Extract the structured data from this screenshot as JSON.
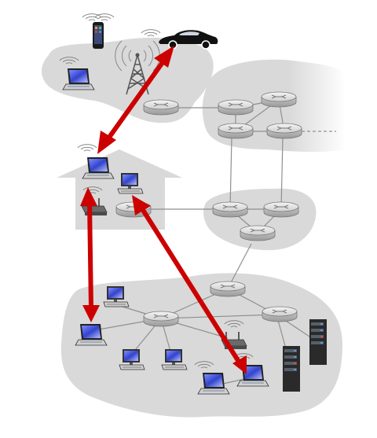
{
  "diagram": {
    "regions": [
      "mobile-network",
      "isp-network",
      "home-network",
      "regional-network",
      "enterprise-network"
    ],
    "routers": [
      "mobile-router",
      "isp-router-1",
      "isp-router-2",
      "isp-router-3",
      "isp-router-4",
      "home-router",
      "regional-router-1",
      "regional-router-2",
      "regional-router-3",
      "enterprise-router-1",
      "enterprise-router-2",
      "enterprise-switch"
    ],
    "hosts": [
      "smartphone",
      "car",
      "mobile-laptop",
      "cell-tower",
      "home-laptop",
      "home-desktop",
      "home-wifi-ap",
      "enterprise-laptop-left",
      "enterprise-desktop-top",
      "enterprise-desktop-bottom-1",
      "enterprise-desktop-bottom-2",
      "enterprise-wifi-ap",
      "enterprise-laptop-bottom-1",
      "enterprise-laptop-bottom-2",
      "server-1",
      "server-2"
    ],
    "arrows": [
      "car-to-home-laptop",
      "home-laptop-to-enterprise-laptop",
      "home-router-to-enterprise-laptop"
    ],
    "colors": {
      "region": "#d9d9d9",
      "link": "#8f8f8f",
      "arrow": "#cc0000",
      "laptop_screen": "#3344cc"
    },
    "icons": {
      "router": "router-icon",
      "laptop": "laptop-icon",
      "desktop": "desktop-icon",
      "server": "server-icon",
      "phone": "smartphone-icon",
      "car": "car-icon",
      "tower": "cell-tower-icon",
      "ap": "wifi-ap-icon"
    }
  }
}
